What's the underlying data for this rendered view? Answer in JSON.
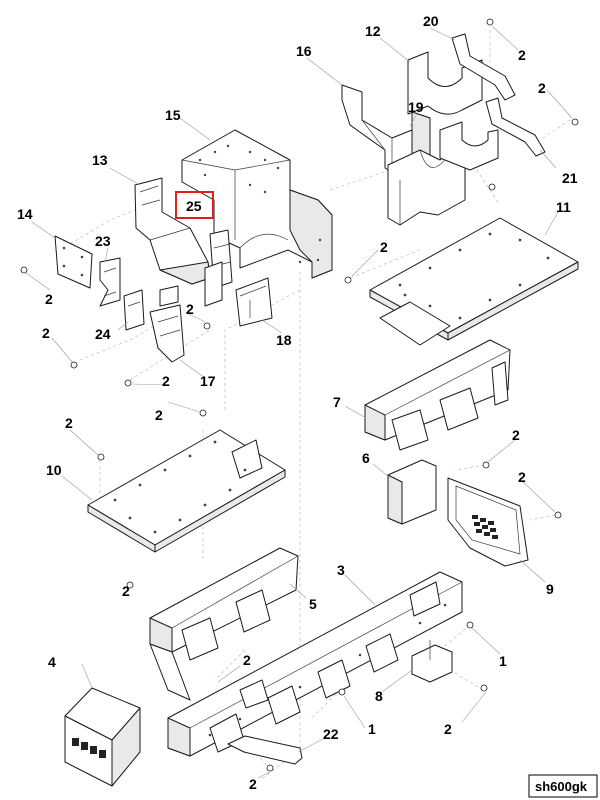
{
  "drawing_code": "sh600gk",
  "highlight_color": "#e02020",
  "callouts": {
    "c1a": "1",
    "c1b": "1",
    "c2a": "2",
    "c2b": "2",
    "c2c": "2",
    "c2d": "2",
    "c2e": "2",
    "c2f": "2",
    "c2g": "2",
    "c2h": "2",
    "c2i": "2",
    "c2j": "2",
    "c2k": "2",
    "c2l": "2",
    "c2m": "2",
    "c2n": "2",
    "c2o": "2",
    "c3": "3",
    "c4": "4",
    "c5": "5",
    "c6": "6",
    "c7": "7",
    "c8": "8",
    "c9": "9",
    "c10": "10",
    "c11": "11",
    "c12": "12",
    "c13": "13",
    "c14": "14",
    "c15": "15",
    "c16": "16",
    "c17": "17",
    "c18": "18",
    "c19": "19",
    "c20": "20",
    "c21": "21",
    "c22": "22",
    "c23": "23",
    "c24": "24",
    "c25": "25"
  }
}
